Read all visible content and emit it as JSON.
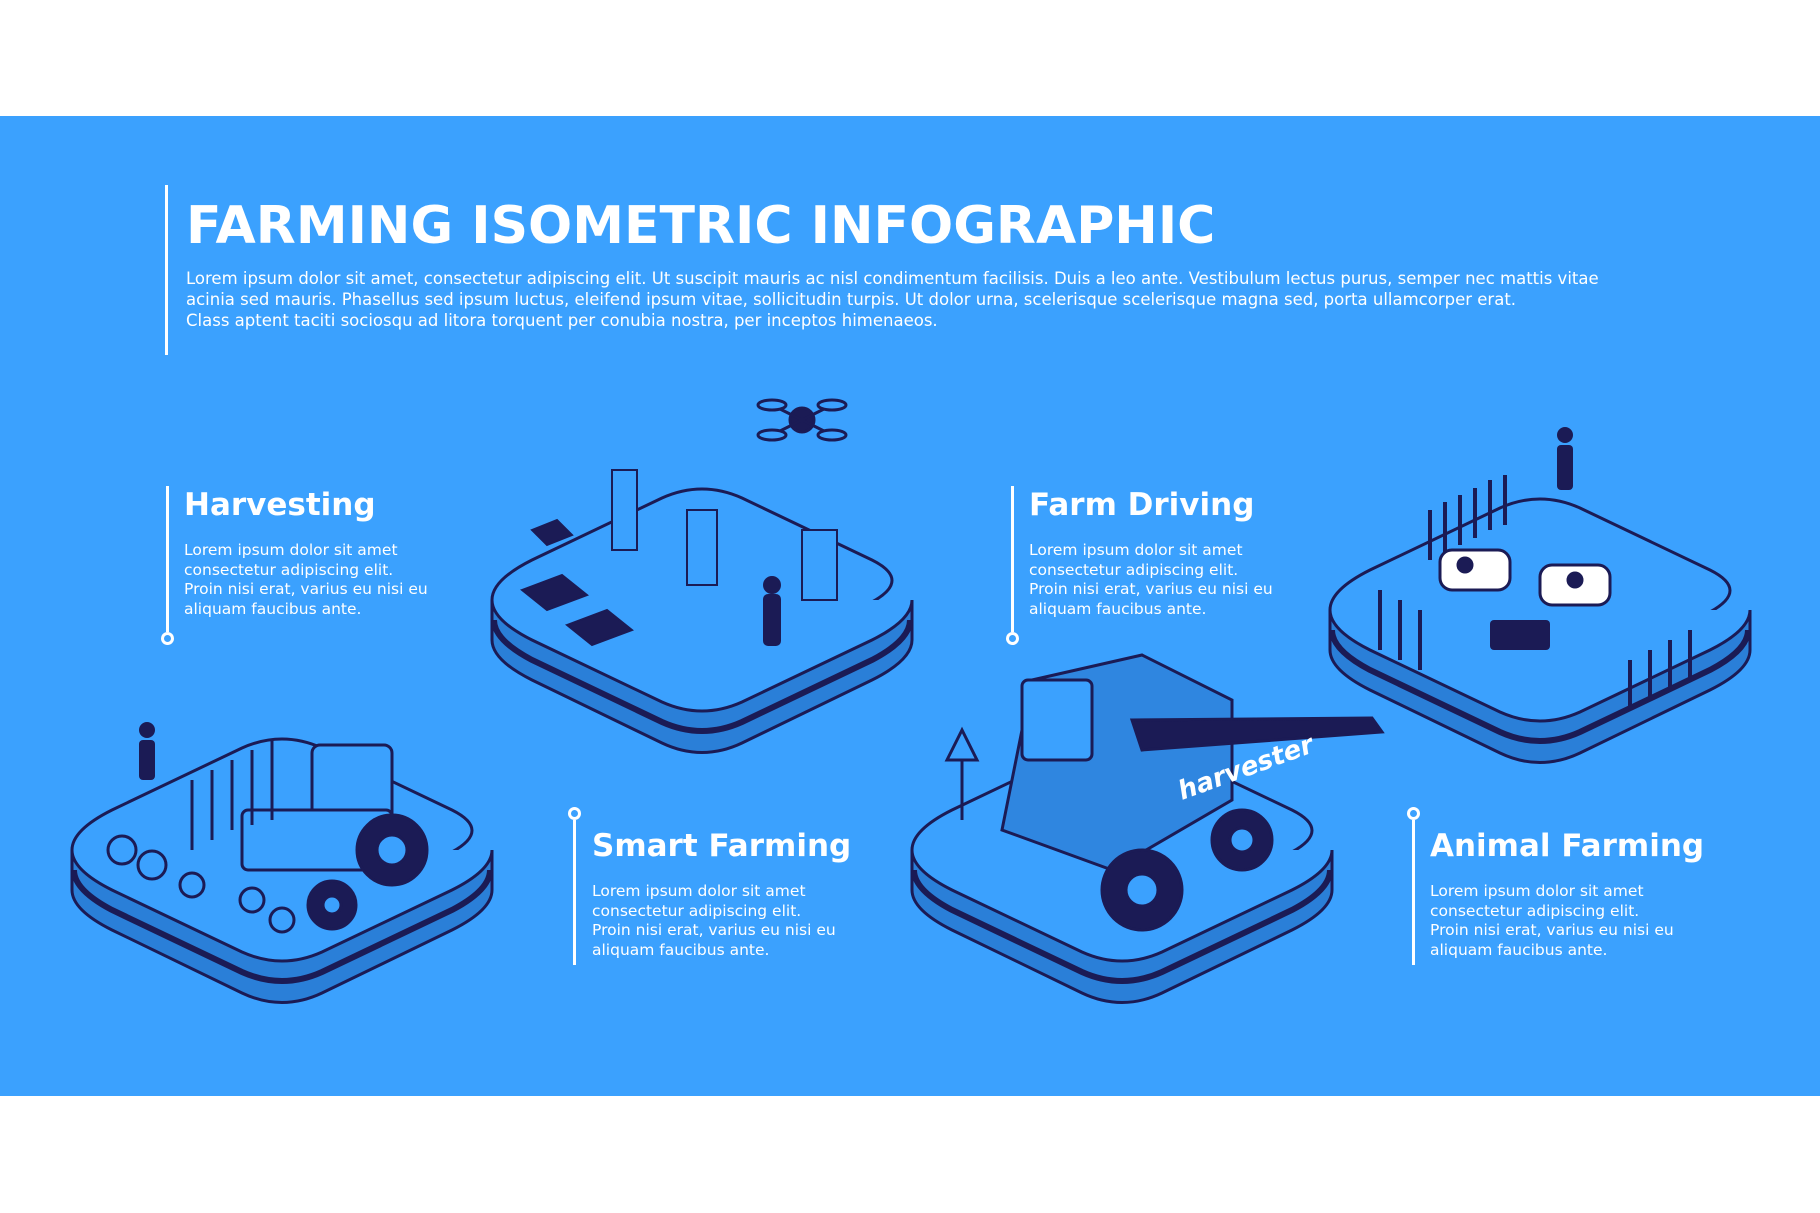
{
  "header": {
    "title": "FARMING ISOMETRIC INFOGRAPHIC",
    "intro_lines": [
      "Lorem ipsum dolor sit amet, consectetur adipiscing elit. Ut suscipit mauris ac nisl condimentum facilisis. Duis a leo ante. Vestibulum lectus purus, semper nec mattis vitae",
      "acinia sed mauris. Phasellus sed ipsum luctus, eleifend ipsum vitae, sollicitudin turpis. Ut dolor urna, scelerisque scelerisque magna sed, porta ullamcorper erat.",
      "Class aptent taciti sociosqu ad litora torquent per conubia nostra, per inceptos himenaeos."
    ]
  },
  "sections": [
    {
      "title": "Harvesting",
      "lines": [
        "Lorem ipsum dolor sit amet",
        "consectetur adipiscing elit.",
        "Proin nisi erat, varius eu nisi eu",
        "aliquam faucibus ante."
      ]
    },
    {
      "title": "Smart Farming",
      "lines": [
        "Lorem ipsum dolor sit amet",
        "consectetur adipiscing elit.",
        "Proin nisi erat, varius eu nisi eu",
        "aliquam faucibus ante."
      ]
    },
    {
      "title": "Farm Driving",
      "lines": [
        "Lorem ipsum dolor sit amet",
        "consectetur adipiscing elit.",
        "Proin nisi erat, varius eu nisi eu",
        "aliquam faucibus ante."
      ]
    },
    {
      "title": "Animal Farming",
      "lines": [
        "Lorem ipsum dolor sit amet",
        "consectetur adipiscing elit.",
        "Proin nisi erat, varius eu nisi eu",
        "aliquam faucibus ante."
      ]
    }
  ],
  "illustrations": {
    "harvester_label": "harvester"
  },
  "colors": {
    "background": "#3ba1fe",
    "ink": "#1b1b55",
    "text": "#ffffff"
  }
}
